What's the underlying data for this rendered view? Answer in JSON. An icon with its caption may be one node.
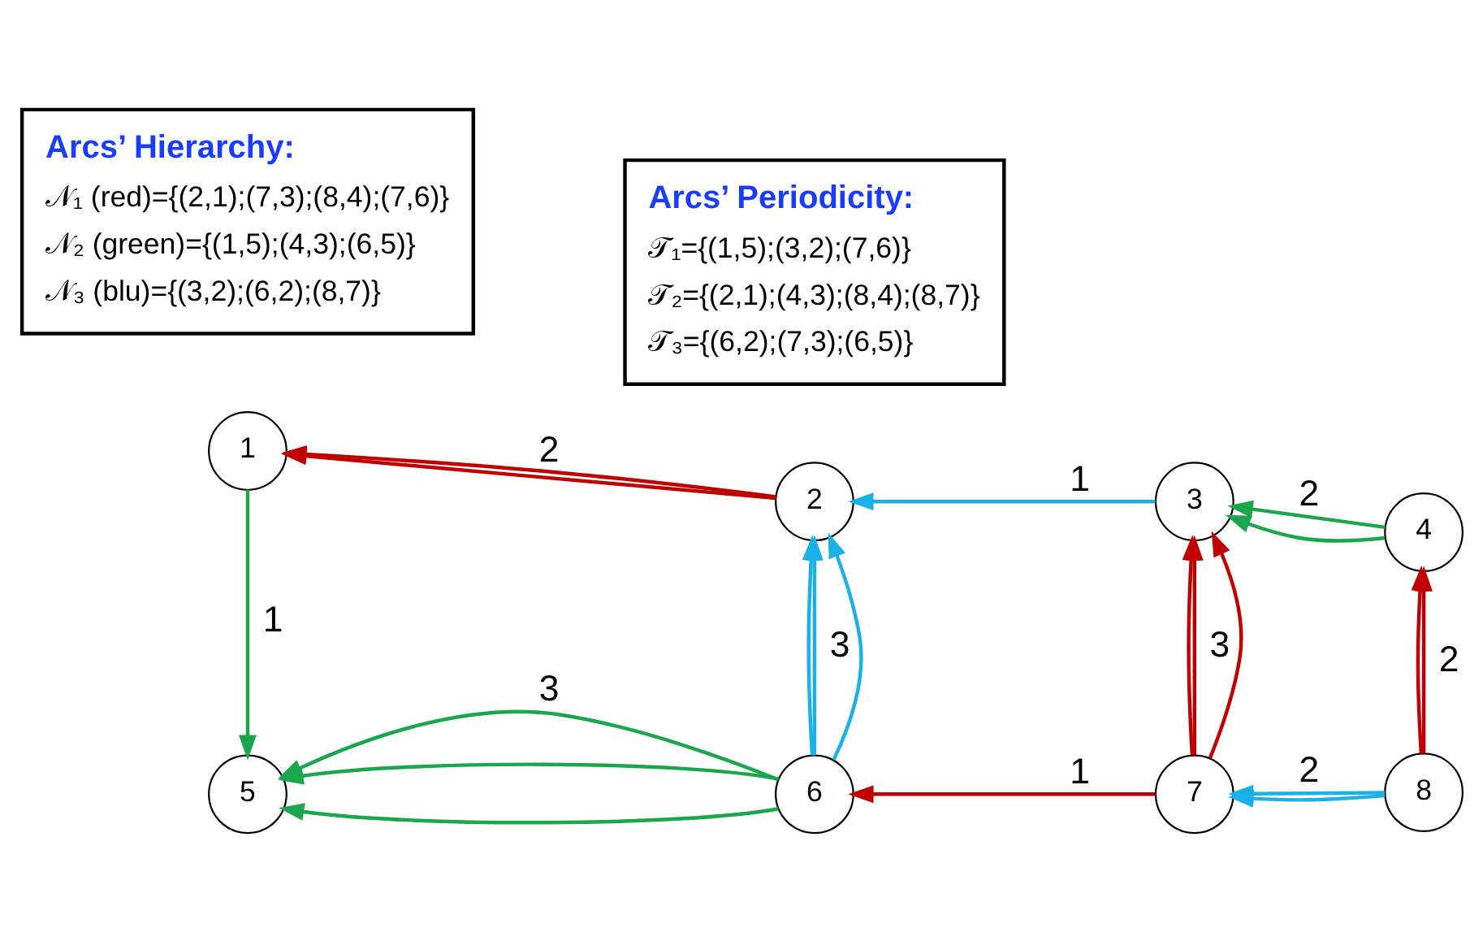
{
  "diagram": {
    "nodes": [
      {
        "text": [
          "1"
        ]
      },
      {
        "text": [
          "2"
        ]
      },
      {
        "text": [
          "3"
        ]
      },
      {
        "text": [
          "4"
        ]
      },
      {
        "text": [
          "5"
        ]
      },
      {
        "text": [
          "6"
        ]
      },
      {
        "text": [
          "7"
        ]
      },
      {
        "text": [
          "8"
        ]
      },
      {
        "text": [
          "Arcs’ Hierarchy:",
          "𝒩₁ (red)={(2,1);(7,3);(8,4);(7,6)}",
          "𝒩₂ (green)={(1,5);(4,3);(6,5)}",
          "𝒩₃ (blu)={(3,2);(6,2);(8,7)}"
        ]
      },
      {
        "text": [
          "Arcs’ Periodicity:",
          "𝒯₁={(1,5);(3,2);(7,6)}",
          "𝒯₂={(2,1);(4,3);(8,4);(8,7)}",
          "𝒯₃={(6,2);(7,3);(6,5)}"
        ]
      }
    ],
    "edges": [
      {
        "from": 1,
        "to": 0,
        "arrow": "to",
        "label": "2",
        "color": "#c00000"
      },
      {
        "from": 1,
        "to": 0,
        "arrow": "to",
        "color": "#c00000"
      },
      {
        "from": 2,
        "to": 1,
        "arrow": "to",
        "label": "1",
        "color": "#1ab0e8"
      },
      {
        "from": 3,
        "to": 2,
        "arrow": "to",
        "label": "2",
        "color": "#1aa64a"
      },
      {
        "from": 3,
        "to": 2,
        "arrow": "to",
        "color": "#1aa64a"
      },
      {
        "from": 0,
        "to": 4,
        "arrow": "to",
        "label": "1",
        "color": "#1aa64a"
      },
      {
        "from": 5,
        "to": 1,
        "arrow": "to",
        "label": "3",
        "color": "#1ab0e8"
      },
      {
        "from": 5,
        "to": 1,
        "arrow": "to",
        "color": "#1ab0e8"
      },
      {
        "from": 5,
        "to": 1,
        "arrow": "to",
        "color": "#1ab0e8"
      },
      {
        "from": 6,
        "to": 2,
        "arrow": "to",
        "label": "3",
        "color": "#c00000"
      },
      {
        "from": 6,
        "to": 2,
        "arrow": "to",
        "color": "#c00000"
      },
      {
        "from": 6,
        "to": 2,
        "arrow": "to",
        "color": "#c00000"
      },
      {
        "from": 7,
        "to": 3,
        "arrow": "to",
        "label": "2",
        "color": "#c00000"
      },
      {
        "from": 7,
        "to": 3,
        "arrow": "to",
        "color": "#c00000"
      },
      {
        "from": 5,
        "to": 4,
        "arrow": "to",
        "label": "3",
        "color": "#1aa64a"
      },
      {
        "from": 5,
        "to": 4,
        "arrow": "to",
        "color": "#1aa64a"
      },
      {
        "from": 5,
        "to": 4,
        "arrow": "to",
        "color": "#1aa64a"
      },
      {
        "from": 6,
        "to": 5,
        "arrow": "to",
        "label": "1",
        "color": "#c00000"
      },
      {
        "from": 7,
        "to": 6,
        "arrow": "to",
        "label": "2",
        "color": "#1ab0e8"
      },
      {
        "from": 7,
        "to": 6,
        "arrow": "to",
        "color": "#1ab0e8"
      }
    ]
  }
}
